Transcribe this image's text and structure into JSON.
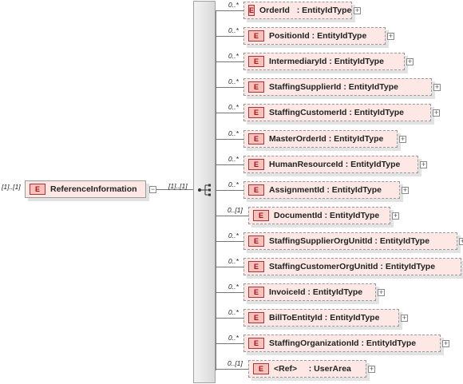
{
  "root": {
    "badge": "E",
    "label": "ReferenceInformation",
    "cardinality": "[1]..[1]",
    "collapse": "−"
  },
  "sequence": {
    "cardinality": "[1]..[1]",
    "icon": "sequence-compositor-icon"
  },
  "children": [
    {
      "badge": "E",
      "label": "OrderId   : EntityIdType",
      "cardinality": "0..*",
      "optional": true
    },
    {
      "badge": "E",
      "label": "PositionId : EntityIdType",
      "cardinality": "0..*",
      "optional": true
    },
    {
      "badge": "E",
      "label": "IntermediaryId : EntityIdType",
      "cardinality": "0..*",
      "optional": true
    },
    {
      "badge": "E",
      "label": "StaffingSupplierId : EntityIdType",
      "cardinality": "0..*",
      "optional": true
    },
    {
      "badge": "E",
      "label": "StaffingCustomerId : EntityIdType",
      "cardinality": "0..*",
      "optional": true
    },
    {
      "badge": "E",
      "label": "MasterOrderId : EntityIdType",
      "cardinality": "0..*",
      "optional": true
    },
    {
      "badge": "E",
      "label": "HumanResourceId : EntityIdType",
      "cardinality": "0..*",
      "optional": true
    },
    {
      "badge": "E",
      "label": "AssignmentId : EntityIdType",
      "cardinality": "0..*",
      "optional": true
    },
    {
      "badge": "E",
      "label": "DocumentId : EntityIdType",
      "cardinality": "0..[1]",
      "optional": true
    },
    {
      "badge": "E",
      "label": "StaffingSupplierOrgUnitId : EntityIdType",
      "cardinality": "0..*",
      "optional": true
    },
    {
      "badge": "E",
      "label": "StaffingCustomerOrgUnitId : EntityIdType",
      "cardinality": "0..*",
      "optional": true
    },
    {
      "badge": "E",
      "label": "InvoiceId : EntityIdType",
      "cardinality": "0..*",
      "optional": true
    },
    {
      "badge": "E",
      "label": "BillToEntityId : EntityIdType",
      "cardinality": "0..*",
      "optional": true
    },
    {
      "badge": "E",
      "label": "StaffingOrganizationId : EntityIdType",
      "cardinality": "0..*",
      "optional": true
    },
    {
      "badge": "E",
      "label": "<Ref>     : UserArea",
      "cardinality": "0..[1]",
      "optional": true
    }
  ],
  "expand_symbol": "+"
}
